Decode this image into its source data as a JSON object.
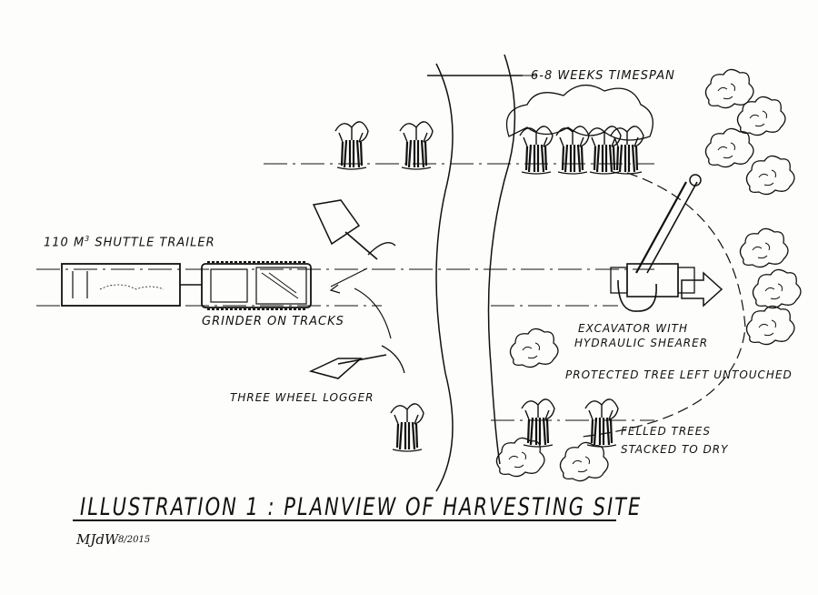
{
  "labels": {
    "timespan": "6-8 WEEKS TIMESPAN",
    "trailer_num": "110 m",
    "trailer_sup": "3",
    "trailer_rest": " SHUTTLE TRAILER",
    "grinder": "GRINDER ON TRACKS",
    "logger": "THREE WHEEL LOGGER",
    "excavator_1": "EXCAVATOR WITH",
    "excavator_2": "HYDRAULIC SHEARER",
    "protected": "PROTECTED TREE LEFT UNTOUCHED",
    "felled_1": "FELLED TREES",
    "felled_2": "STACKED TO DRY"
  },
  "title": "ILLUSTRATION 1 : PLANVIEW OF HARVESTING SITE",
  "signature": {
    "initials": "MJdW",
    "date": "8/2015"
  }
}
